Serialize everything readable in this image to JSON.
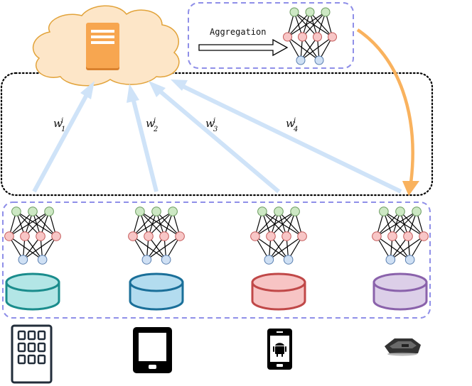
{
  "aggregation_label": "Aggregation",
  "weights": [
    {
      "base": "w",
      "sup": "i",
      "sub": "1"
    },
    {
      "base": "w",
      "sup": "i",
      "sub": "2"
    },
    {
      "base": "w",
      "sup": "i",
      "sub": "3"
    },
    {
      "base": "w",
      "sup": "i",
      "sub": "4"
    }
  ],
  "clients": [
    {
      "device_icon": "office-building-icon",
      "db_fill": "#b3e6e6",
      "db_stroke": "#1a8c8c"
    },
    {
      "device_icon": "tablet-icon",
      "db_fill": "#b3dcef",
      "db_stroke": "#1a6f99"
    },
    {
      "device_icon": "android-phone-icon",
      "db_fill": "#f7c4c4",
      "db_stroke": "#c04848"
    },
    {
      "device_icon": "robot-vacuum-icon",
      "db_fill": "#dccfe8",
      "db_stroke": "#8a62ab"
    }
  ],
  "colors": {
    "cloud_fill": "#fde6c8",
    "cloud_stroke": "#e2a33a",
    "server": "#f7a650",
    "dashed_box": "#8f8fe8",
    "upload_arrow": "#cfe3f8",
    "broadcast_arrow": "#f9b25e",
    "node_top": "#cde8c4",
    "node_mid": "#f8c6c6",
    "node_bottom": "#cfe0f4"
  }
}
